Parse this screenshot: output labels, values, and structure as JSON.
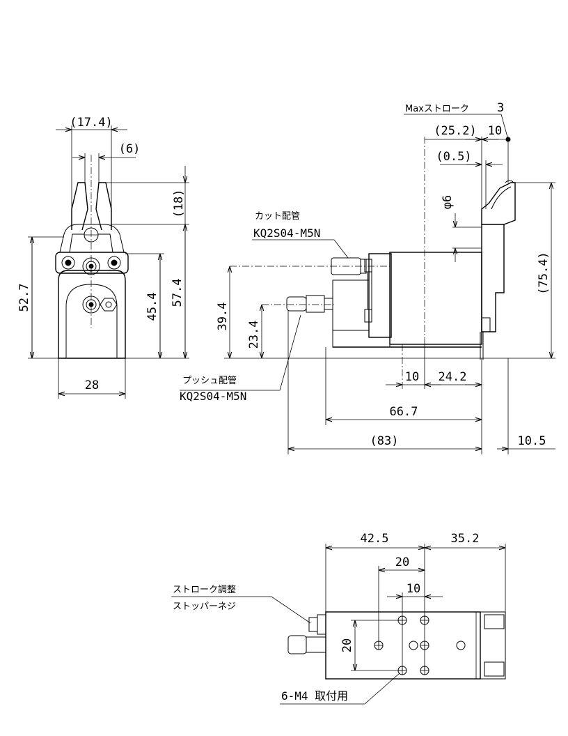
{
  "front_view": {
    "dim_width_top": "(17.4)",
    "dim_jaw_gap": "(6)",
    "dim_jaw_height": "(18)",
    "dim_height_total": "52.7",
    "dim_height_mid": "45.4",
    "dim_height_max": "57.4",
    "dim_width_base": "28"
  },
  "side_view": {
    "max_stroke_label": "Maxストローク",
    "max_stroke_value": "3",
    "dim_jaw_offset": "(25.2)",
    "dim_jaw_len": "10",
    "dim_blade": "(0.5)",
    "dim_phi": "φ6",
    "dim_overall_height": "(75.4)",
    "cut_port_label": "カット配管",
    "cut_port_part": "KQ2S04-M5N",
    "push_port_label": "プッシュ配管",
    "push_port_part": "KQ2S04-M5N",
    "dim_cut_port_height": "39.4",
    "dim_push_port_height": "23.4",
    "dim_10": "10",
    "dim_24_2": "24.2",
    "dim_66_7": "66.7",
    "dim_83": "(83)",
    "dim_10_5": "10.5"
  },
  "bottom_view": {
    "dim_42_5": "42.5",
    "dim_35_2": "35.2",
    "dim_20_h": "20",
    "dim_10_h": "10",
    "dim_20_v": "20",
    "stopper_label_1": "ストローク調整",
    "stopper_label_2": "ストッパーネジ",
    "mount_label": "6-M4 取付用"
  }
}
